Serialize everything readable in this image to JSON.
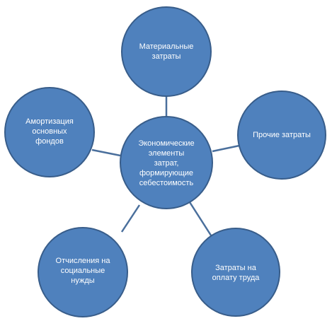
{
  "diagram": {
    "center": {
      "label": "Экономические\nэлементы\nзатрат,\nформирующие\nсебестоимость"
    },
    "nodes": [
      {
        "id": "material",
        "label": "Материальные\nзатраты"
      },
      {
        "id": "other",
        "label": "Прочие затраты"
      },
      {
        "id": "labor",
        "label": "Затраты на\nоплату труда"
      },
      {
        "id": "social",
        "label": "Отчисления на\nсоциальные\nнужды"
      },
      {
        "id": "depreciation",
        "label": "Амортизация\nосновных\nфондов"
      }
    ]
  },
  "colors": {
    "node_fill": "#4f81bd",
    "node_stroke": "#385d8a",
    "connector": "#4a6f9c",
    "text": "#ffffff"
  }
}
